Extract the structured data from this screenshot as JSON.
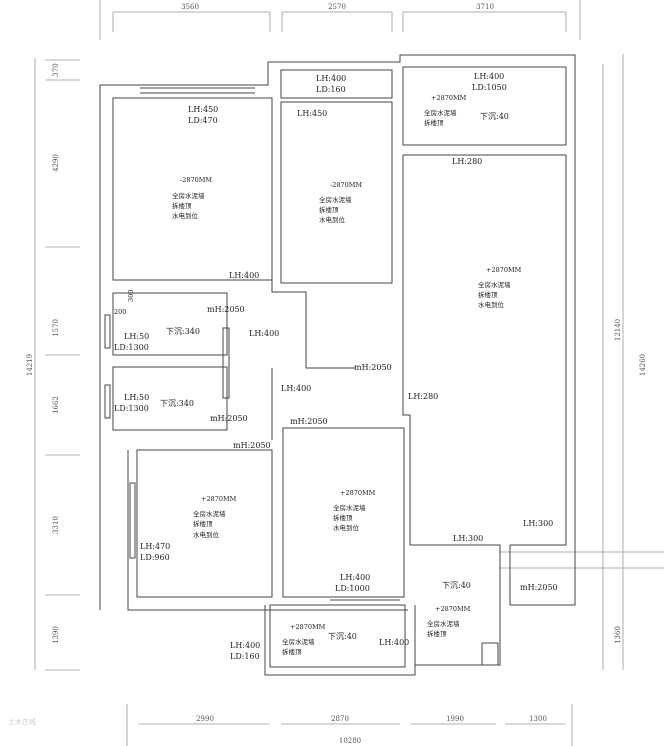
{
  "dimensions": {
    "top": [
      "3560",
      "2570",
      "3710"
    ],
    "bottom": [
      "2990",
      "2870",
      "1990",
      "1300"
    ],
    "bottom_total": "10280",
    "left": [
      "370",
      "4290",
      "1570",
      "1662",
      "3310",
      "1390"
    ],
    "left_total": "14219",
    "right": [
      "12140",
      "1360"
    ],
    "right_total": "14260"
  },
  "rooms": {
    "bedroom_nw": {
      "lh": "LH:450",
      "ld": "LD:470",
      "level": "-2870MM",
      "notes": [
        "全房水泥墙",
        "拆楼顶",
        "水电到位"
      ],
      "lh_corner": "LH:400"
    },
    "balcony_top": {
      "lh": "LH:400",
      "ld": "LD:160"
    },
    "room_center": {
      "lh": "LH:450",
      "level": "-2870MM",
      "notes": [
        "全房水泥墙",
        "拆楼顶",
        "水电到位"
      ]
    },
    "room_ne": {
      "lh": "LH:400",
      "ld": "LD:1050",
      "sink": "下沉:40",
      "level": "+2870MM",
      "notes": [
        "全房水泥墙",
        "拆楼顶"
      ]
    },
    "living": {
      "lh": "LH:280",
      "lh2": "LH:280",
      "level": "+2870MM",
      "notes": [
        "全房水泥墙",
        "拆楼顶",
        "水电到位"
      ],
      "lh_right": "LH:300"
    },
    "bath1": {
      "lh": "LH:50",
      "ld": "LD:1300",
      "sink": "下沉:340",
      "door": "mH:2050"
    },
    "bath2": {
      "lh": "LH:50",
      "ld": "LD:1300",
      "sink": "下沉:340",
      "door": "mH:2050",
      "door2": "mH:2050"
    },
    "hall": {
      "lh": "LH:400",
      "lh2": "LH:400",
      "door": "mH:2050",
      "door2": "mH:2050"
    },
    "bedroom_sw": {
      "lh": "LH:470",
      "ld": "LD:960",
      "level": "+2870MM",
      "notes": [
        "全房水泥墙",
        "拆楼顶",
        "水电到位"
      ]
    },
    "bedroom_s": {
      "lh": "LH:400",
      "ld": "LD:1000",
      "level": "+2870MM",
      "notes": [
        "全房水泥墙",
        "拆楼顶",
        "水电到位"
      ]
    },
    "balcony_bottom": {
      "lh": "LH:400",
      "ld": "LD:160",
      "sink": "下沉:40",
      "level": "+2870MM",
      "notes": [
        "全房水泥墙",
        "拆楼顶"
      ],
      "lh_right": "LH:400"
    },
    "kitchen": {
      "lh": "LH:300",
      "sink": "下沉:40",
      "level": "+2870MM",
      "notes": [
        "全房水泥墙",
        "拆楼顶"
      ]
    },
    "entry": {
      "door": "mH:2050"
    }
  },
  "small_marks": [
    "200",
    "300"
  ],
  "watermark": "土木在线"
}
